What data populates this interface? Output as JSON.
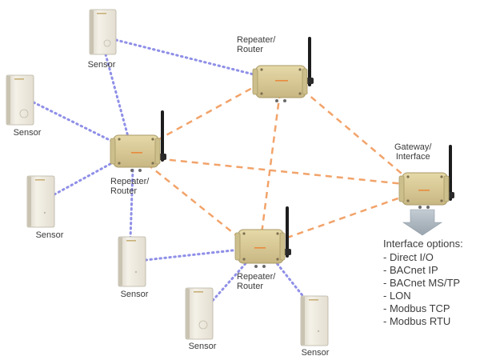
{
  "colors": {
    "sensor_link": "#8f8fe8",
    "mesh_link": "#f2a36a",
    "device_body": "#d9c993",
    "device_edge": "#a89a66",
    "sensor_body": "#ece8dc",
    "arrow": "#a9b4be"
  },
  "labels": {
    "sensor": "Sensor",
    "repeater": [
      "Repeater/",
      "Router"
    ],
    "gateway": [
      "Gateway/",
      "Interface"
    ]
  },
  "interface_options": {
    "title": "Interface options:",
    "items": [
      "Direct I/O",
      "BACnet IP",
      "BACnet MS/TP",
      "LON",
      "Modbus TCP",
      "Modbus RTU"
    ]
  }
}
